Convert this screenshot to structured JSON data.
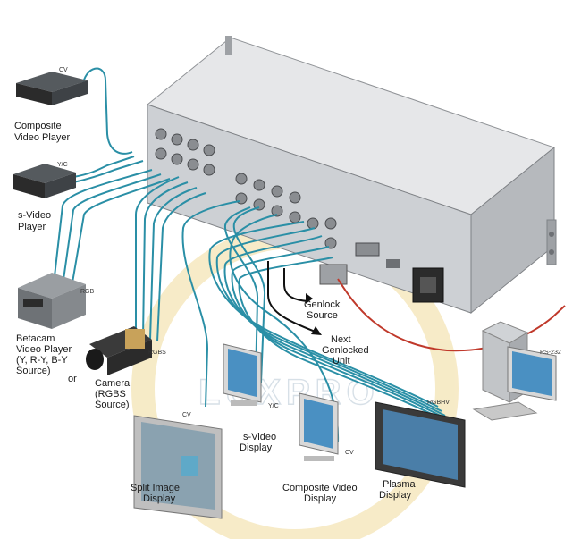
{
  "colors": {
    "cable_blue": "#2a8fa6",
    "rs232_red": "#c0392b",
    "genlock_black": "#111111",
    "device_dark": "#2b2b2b",
    "chassis_light": "#d7d9dc"
  },
  "watermark": "LUXPRO",
  "labels": {
    "composite_player": [
      "Composite",
      "Video Player"
    ],
    "svideo_player": [
      "s-Video",
      "Player"
    ],
    "betacam": [
      "Betacam",
      "Video Player",
      "(Y, R-Y, B-Y",
      "Source)"
    ],
    "or": "or",
    "camera": [
      "Camera",
      "(RGBS",
      "Source)"
    ],
    "split_display": [
      "Split Image",
      "Display"
    ],
    "svideo_display": [
      "s-Video",
      "Display"
    ],
    "composite_display": [
      "Composite Video",
      "Display"
    ],
    "plasma": [
      "Plasma",
      "Display"
    ],
    "genlock_source": [
      "Genlock",
      "Source"
    ],
    "next_genlocked": [
      "Next",
      "Genlocked",
      "Unit"
    ]
  },
  "signals": {
    "cv_top": "CV",
    "yc_top": "Y/C",
    "rgb": "RGB",
    "rgbs": "RGBS",
    "cv_split": "CV",
    "yc_display": "Y/C",
    "cv_display": "CV",
    "rgbhv": "RGBHV",
    "rs232": "RS-232"
  }
}
